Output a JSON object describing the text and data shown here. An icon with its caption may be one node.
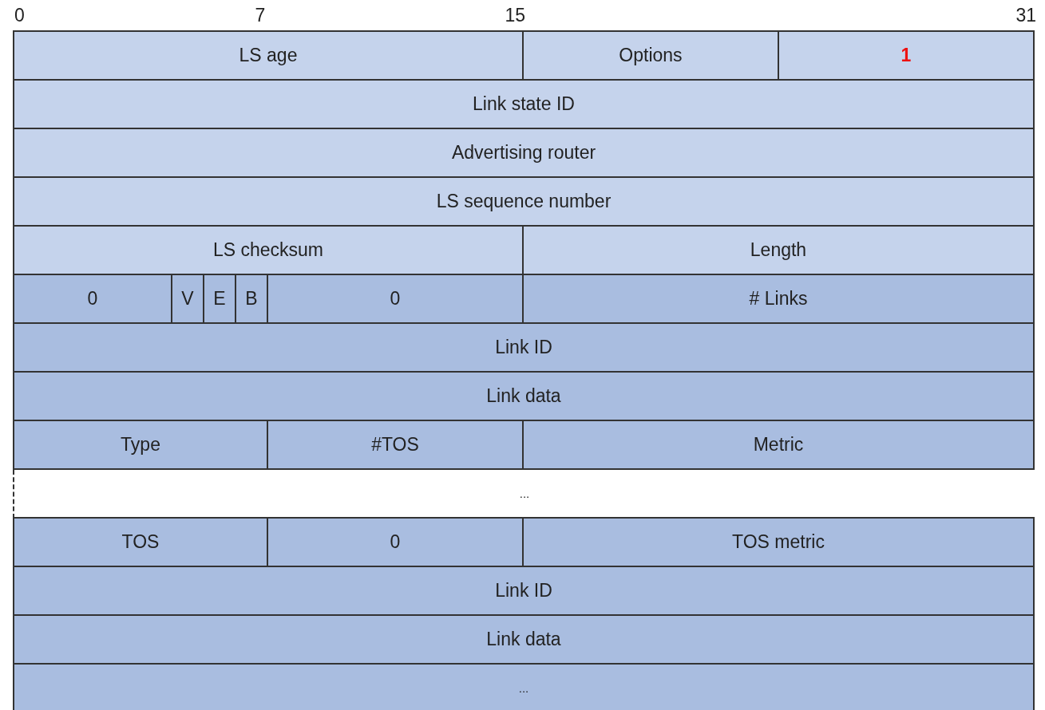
{
  "diagram": {
    "nodes": [
      {
        "text": [
          "LS age"
        ]
      },
      {
        "text": [
          "Options"
        ]
      },
      {
        "text": [
          "1"
        ]
      },
      {
        "text": [
          "Link state ID"
        ]
      },
      {
        "text": [
          "Advertising router"
        ]
      },
      {
        "text": [
          "LS sequence number"
        ]
      },
      {
        "text": [
          "LS checksum"
        ]
      },
      {
        "text": [
          "Length"
        ]
      },
      {
        "text": [
          "0"
        ]
      },
      {
        "text": [
          "V"
        ]
      },
      {
        "text": [
          "E"
        ]
      },
      {
        "text": [
          "B"
        ]
      },
      {
        "text": [
          "0"
        ]
      },
      {
        "text": [
          "# Links"
        ]
      },
      {
        "text": [
          "Link ID"
        ]
      },
      {
        "text": [
          "Link data"
        ]
      },
      {
        "text": [
          "Type"
        ]
      },
      {
        "text": [
          "#TOS"
        ]
      },
      {
        "text": [
          "Metric"
        ]
      },
      {
        "text": [
          "..."
        ]
      },
      {
        "text": [
          "TOS"
        ]
      },
      {
        "text": [
          "0"
        ]
      },
      {
        "text": [
          "TOS metric"
        ]
      },
      {
        "text": [
          "Link ID"
        ]
      },
      {
        "text": [
          "Link data"
        ]
      },
      {
        "text": [
          "..."
        ]
      }
    ],
    "labels": [
      "0",
      "7",
      "15",
      "31"
    ]
  }
}
